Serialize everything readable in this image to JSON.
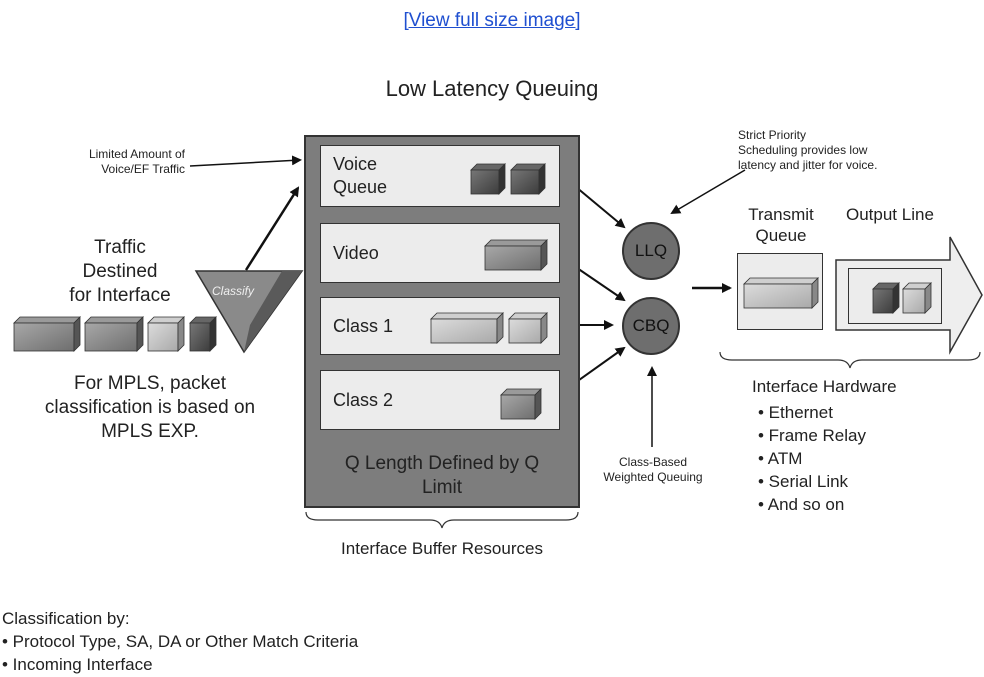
{
  "link": {
    "label": "[View full size image]"
  },
  "title": "Low Latency Queuing",
  "annotations": {
    "limited_traffic": [
      "Limited Amount of",
      "Voice/EF Traffic"
    ],
    "strict_priority": [
      "Strict Priority",
      "Scheduling provides low",
      "latency and jitter for voice."
    ],
    "class_based": [
      "Class-Based",
      "Weighted Queuing"
    ]
  },
  "traffic_label": [
    "Traffic",
    "Destined",
    "for Interface"
  ],
  "classify_label": "Classify",
  "mpls_note": [
    "For MPLS, packet",
    "classification is based on",
    "MPLS EXP."
  ],
  "queues": [
    {
      "label": [
        "Voice",
        "Queue"
      ]
    },
    {
      "label": [
        "Video"
      ]
    },
    {
      "label": [
        "Class 1"
      ]
    },
    {
      "label": [
        "Class 2"
      ]
    }
  ],
  "q_length": [
    "Q Length Defined by Q",
    "Limit"
  ],
  "buffer_label": "Interface Buffer Resources",
  "schedulers": {
    "llq": "LLQ",
    "cbq": "CBQ"
  },
  "transmit_queue": [
    "Transmit",
    "Queue"
  ],
  "output_line": "Output Line",
  "interface_hardware": {
    "title": "Interface Hardware",
    "items": [
      "• Ethernet",
      "• Frame Relay",
      "• ATM",
      "• Serial Link",
      "• And so on"
    ]
  },
  "classification": {
    "title": "Classification by:",
    "items": [
      "• Protocol Type, SA, DA or Other Match Criteria",
      "• Incoming Interface"
    ]
  },
  "colors": {
    "link": "#1f4fd0",
    "buffer": "#7d7d7d",
    "queue_bg": "#ececec",
    "packet_dark": "#555555",
    "packet_mid": "#8a8a8a",
    "packet_light": "#c4c4c4"
  }
}
